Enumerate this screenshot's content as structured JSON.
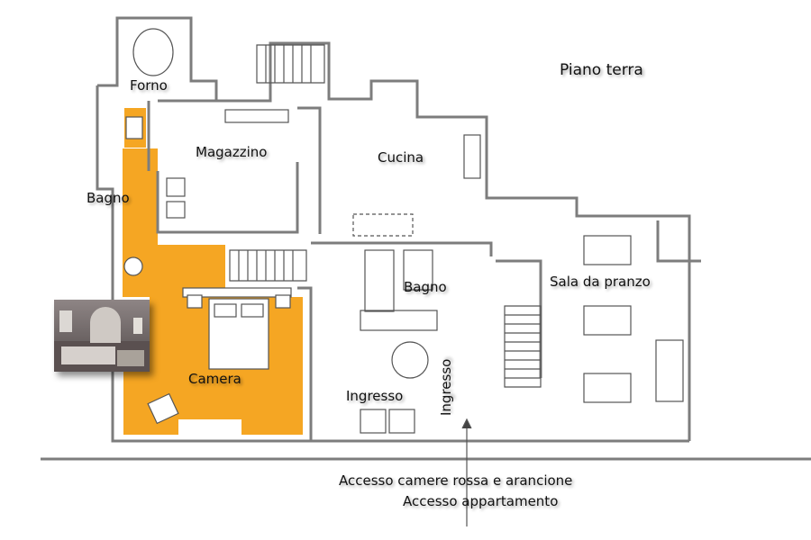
{
  "floor": {
    "title": "Piano terra"
  },
  "rooms": {
    "forno": "Forno",
    "magazzino": "Magazzino",
    "cucina": "Cucina",
    "bagno_left": "Bagno",
    "bagno_center": "Bagno",
    "sala": "Sala da pranzo",
    "camera": "Camera",
    "ingresso": "Ingresso",
    "ingresso_vertical": "Ingresso"
  },
  "access": {
    "line1": "Accesso camere rossa e arancione",
    "line2": "Accesso appartamento"
  },
  "colors": {
    "highlight": "#f5a623",
    "wall": "#8a8a8a",
    "line": "#444444"
  }
}
